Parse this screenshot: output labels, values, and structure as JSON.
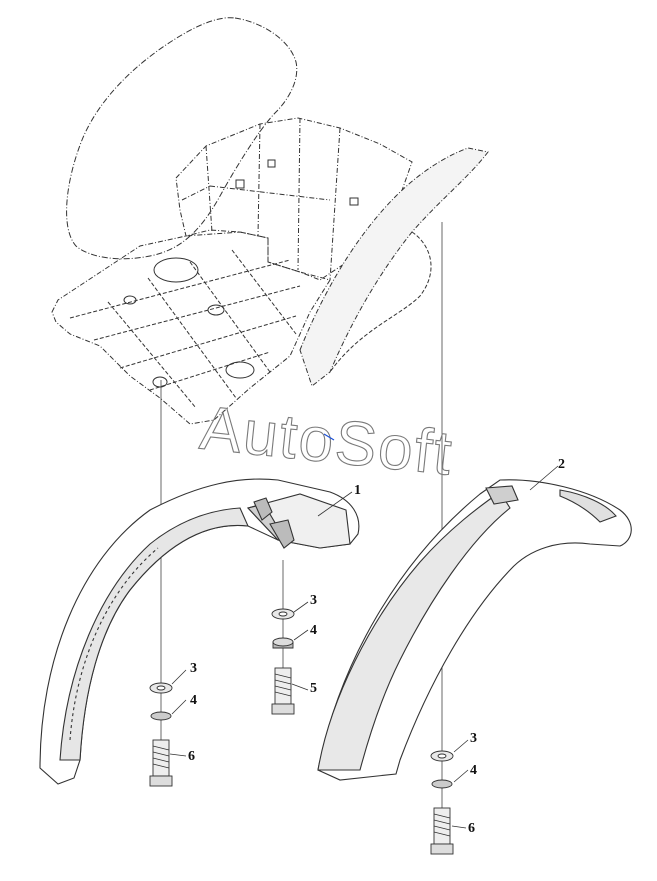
{
  "watermark": "AutoSoft",
  "callouts": {
    "c1": "1",
    "c2": "2",
    "c3a": "3",
    "c4a": "4",
    "c5": "5",
    "c3b": "3",
    "c4b": "4",
    "c6a": "6",
    "c3c": "3",
    "c4c": "4",
    "c6b": "6"
  },
  "colors": {
    "line": "#333333",
    "shade": "#d9d9d9",
    "dark": "#555555",
    "accent": "#1a4fd6"
  }
}
